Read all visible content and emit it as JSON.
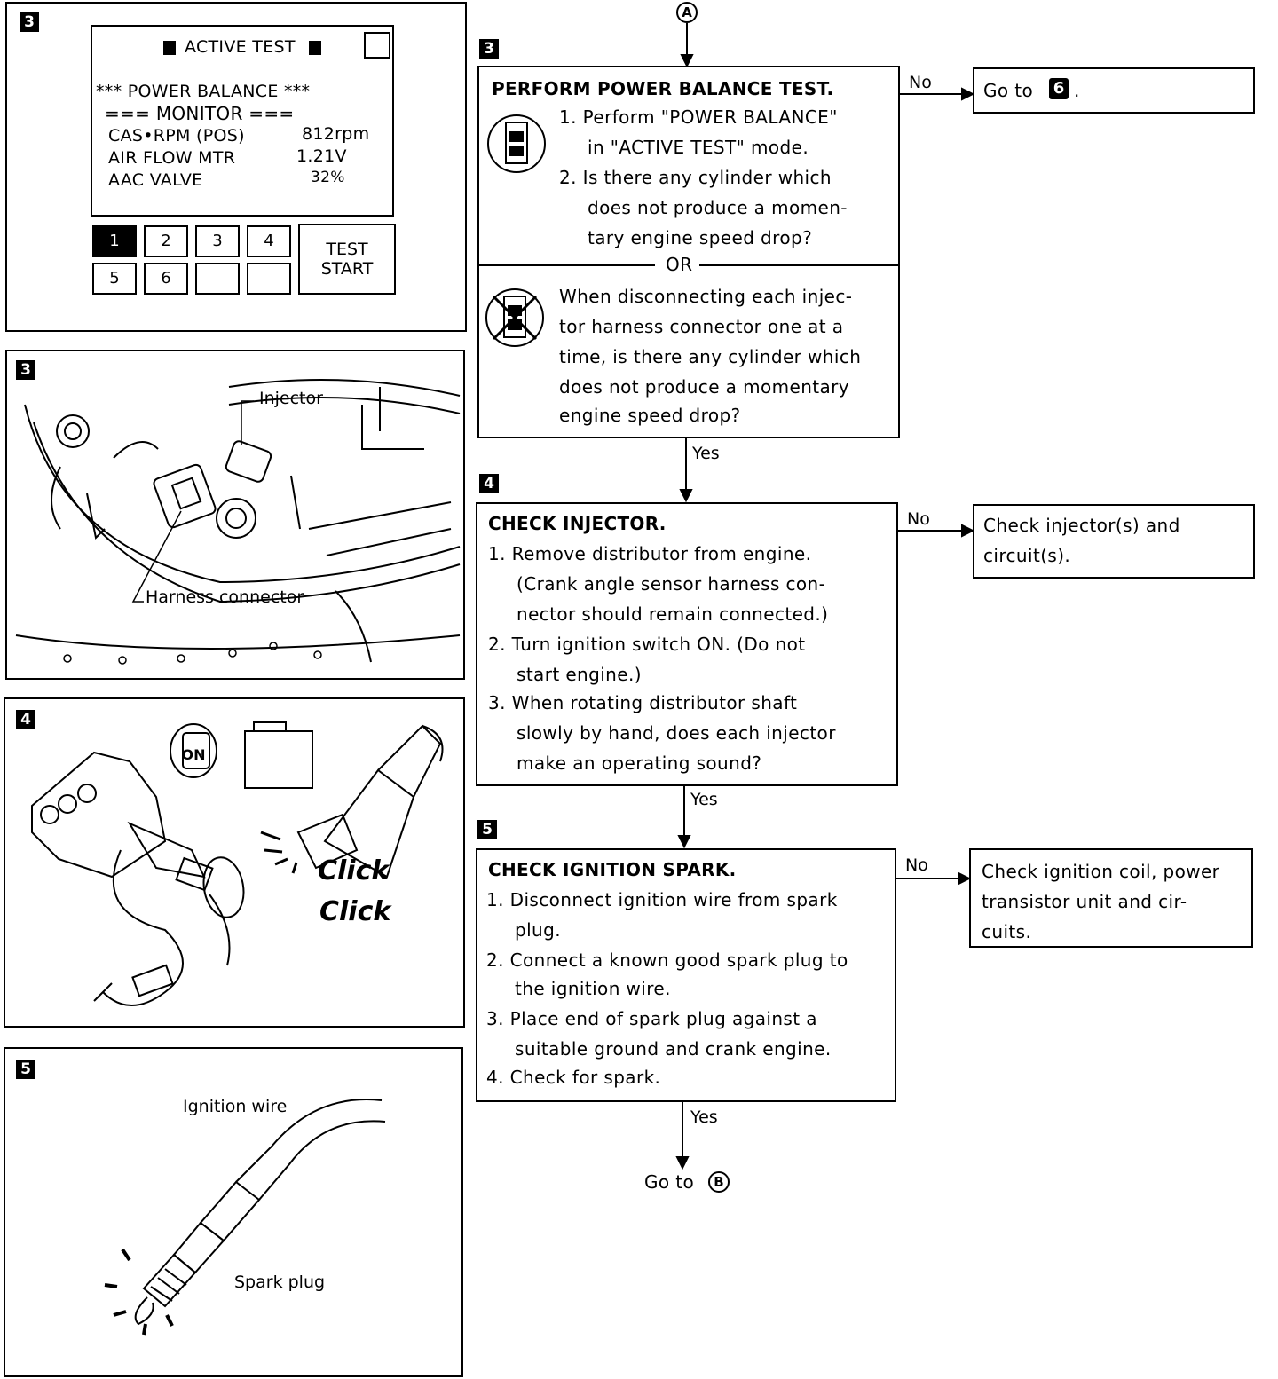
{
  "illustrations": {
    "p3a": {
      "num": "3",
      "screen_title": "ACTIVE TEST",
      "power_balance": "*** POWER BALANCE ***",
      "monitor": "=== MONITOR ===",
      "rows": [
        {
          "label": "CAS•RPM (POS)",
          "value": "812rpm"
        },
        {
          "label": "AIR FLOW MTR",
          "value": "1.21V"
        },
        {
          "label": "AAC VALVE",
          "value": "32%"
        }
      ],
      "buttons_row1": [
        "1",
        "2",
        "3",
        "4"
      ],
      "buttons_row2": [
        "5",
        "6",
        "",
        ""
      ],
      "test_button_line1": "TEST",
      "test_button_line2": "START"
    },
    "p3b": {
      "num": "3",
      "label_injector": "Injector",
      "label_harness": "Harness connector"
    },
    "p4": {
      "num": "4",
      "on_label": "ON",
      "click1": "Click",
      "click2": "Click"
    },
    "p5": {
      "num": "5",
      "label_wire": "Ignition wire",
      "label_plug": "Spark plug"
    }
  },
  "flow": {
    "connector_top": "A",
    "connector_bottom": "B",
    "step3": {
      "num": "3",
      "title": "PERFORM POWER BALANCE TEST.",
      "items_a": [
        "1. Perform \"POWER BALANCE\"",
        "in \"ACTIVE TEST\" mode.",
        "2. Is there any cylinder which",
        "does not produce a momen-",
        "tary engine speed drop?"
      ],
      "or": "OR",
      "items_b": [
        "When disconnecting each injec-",
        "tor harness connector one at a",
        "time, is there any cylinder which",
        "does not produce a momentary",
        "engine speed drop?"
      ],
      "no": "No",
      "no_target_prefix": "Go to",
      "no_target_num": "6",
      "yes": "Yes"
    },
    "step4": {
      "num": "4",
      "title": "CHECK INJECTOR.",
      "items": [
        "1. Remove distributor from engine.",
        "(Crank angle sensor harness con-",
        "nector should remain connected.)",
        "2. Turn ignition switch ON. (Do not",
        "start engine.)",
        "3. When rotating distributor shaft",
        "slowly by hand, does each injector",
        "make an operating sound?"
      ],
      "no": "No",
      "no_target": [
        "Check injector(s) and",
        "circuit(s)."
      ],
      "yes": "Yes"
    },
    "step5": {
      "num": "5",
      "title": "CHECK IGNITION SPARK.",
      "items": [
        "1. Disconnect ignition wire from spark",
        "plug.",
        "2. Connect a known good spark plug to",
        "the ignition wire.",
        "3. Place end of spark plug against a",
        "suitable ground and crank engine.",
        "4. Check for spark."
      ],
      "no": "No",
      "no_target": [
        "Check ignition coil, power",
        "transistor unit and cir-",
        "cuits."
      ],
      "yes": "Yes",
      "final": "Go to"
    }
  }
}
